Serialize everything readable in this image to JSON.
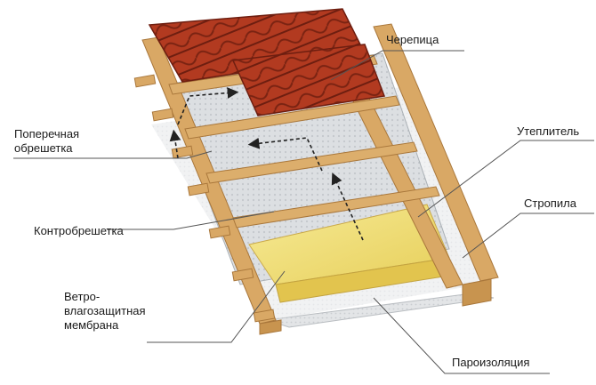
{
  "labels": {
    "tile": "Черепица",
    "cross_batten_l1": "Поперечная",
    "cross_batten_l2": "обрешетка",
    "insulation": "Утеплитель",
    "counter_batten": "Контробрешетка",
    "rafters": "Стропила",
    "membrane_l1": "Ветро-",
    "membrane_l2": "влагозащитная",
    "membrane_l3": "мембрана",
    "vapor_barrier": "Пароизоляция"
  },
  "colors": {
    "tile": "#a8341c",
    "tile_dark": "#6e1e10",
    "wood": "#d9a865",
    "wood_dark": "#a9773b",
    "insulation": "#f2e27a",
    "membrane": "#d6dadd",
    "vapor": "#e4e6e8",
    "arrow": "#222222",
    "leader": "#555555"
  },
  "icons": {
    "airflow_arrow": "arrow-up-icon"
  }
}
